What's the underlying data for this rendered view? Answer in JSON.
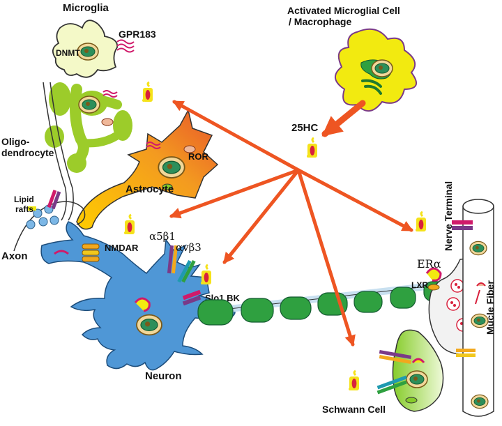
{
  "labels": {
    "microglia": "Microglia",
    "gpr183": "GPR183",
    "dnmt": "DNMT",
    "activated_line1": "Activated Microglial Cell",
    "activated_line2": "/ Macrophage",
    "hc25": "25HC",
    "oligo_line1": "Oligo-",
    "oligo_line2": "dendrocyte",
    "ror": "ROR",
    "astrocyte": "Astrocyte",
    "lipid_line1": "Lipid",
    "lipid_line2": "rafts",
    "axon": "Axon",
    "nmdar": "NMDAR",
    "a5b1": "α5β1",
    "avb3": "αvβ3",
    "slo1bk": "Slo1 BK",
    "neuron": "Neuron",
    "nerve_terminal": "Nerve Terminal",
    "era": "ERα",
    "lxr": "LXR",
    "muscle_fiber": "Mucle Fiber",
    "schwann": "Schwann Cell"
  },
  "colors": {
    "arrow": "#ee5522",
    "microglia_fill": "#f4f9c8",
    "activated_fill": "#f2ea10",
    "oligo": "#9ccc2a",
    "neuron": "#4f97d6",
    "myelin": "#2fa040",
    "vesicle": "#e23b55",
    "hc_molecule": "#f5e21a",
    "hc_core": "#d8203c"
  }
}
